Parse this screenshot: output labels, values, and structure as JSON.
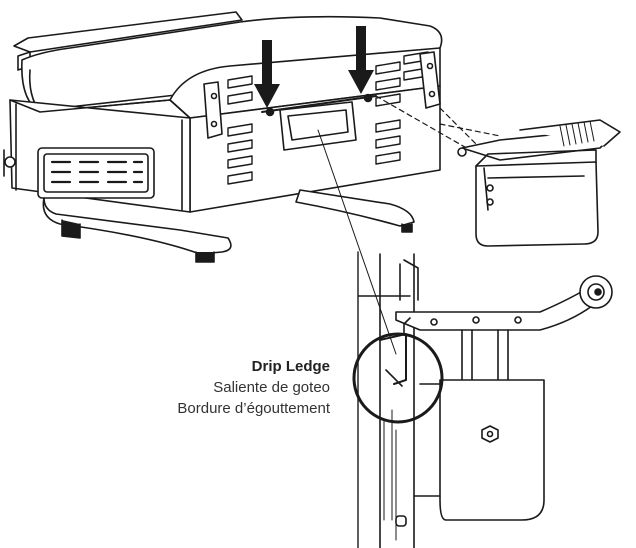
{
  "callout": {
    "title": "Drip Ledge",
    "line_es": "Saliente de goteo",
    "line_fr": "Bordure d’égouttement"
  },
  "colors": {
    "stroke": "#1a1a1a",
    "fill": "#ffffff",
    "text_primary": "#222222",
    "text_secondary": "#333333"
  },
  "icons": [
    "arrow-down-icon",
    "arrow-down-icon",
    "magnifier-circle-icon"
  ]
}
